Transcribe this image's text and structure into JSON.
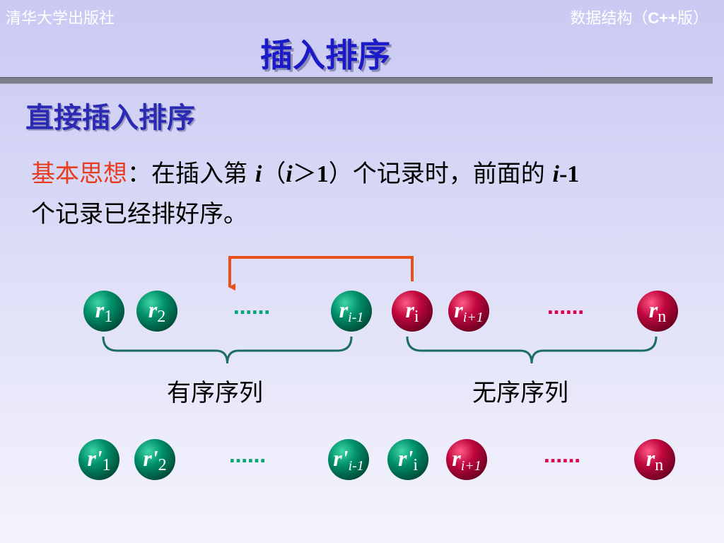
{
  "header": {
    "publisher": "清华大学出版社",
    "book_prefix": "数据结构（",
    "book_lang": "C++",
    "book_suffix": "版）"
  },
  "title": "插入排序",
  "subtitle": "直接插入排序",
  "idea": {
    "label": "基本思想",
    "colon": "：",
    "t1": "在插入第 ",
    "i1": "i",
    "t2": "（",
    "i2": "i",
    "t3": "＞",
    "n1": "1",
    "t4": "）个记录时，前面的 ",
    "i3": "i",
    "n2": "-1",
    "t5": "个记录已经排好序。"
  },
  "colors": {
    "green": "#007a5a",
    "red": "#b3063a",
    "arrow": "#e8501e",
    "brace": "#1e6b6b",
    "dots_green": "#00a676",
    "dots_red": "#e0004c"
  },
  "labels": {
    "sorted": "有序序列",
    "unsorted": "无序序列"
  },
  "row1": [
    {
      "main": "r",
      "prime": "",
      "sub": "1",
      "color": "green"
    },
    {
      "main": "r",
      "prime": "",
      "sub": "2",
      "color": "green"
    },
    {
      "dots": "……",
      "color": "green"
    },
    {
      "main": "r",
      "prime": "",
      "sub": "i-1",
      "color": "green"
    },
    {
      "main": "r",
      "prime": "",
      "sub": "i",
      "color": "red"
    },
    {
      "main": "r",
      "prime": "",
      "sub": "i+1",
      "color": "red"
    },
    {
      "dots": "……",
      "color": "red"
    },
    {
      "main": "r",
      "prime": "",
      "sub": "n",
      "color": "red"
    }
  ],
  "row2": [
    {
      "main": "r",
      "prime": "'",
      "sub": "1",
      "color": "green"
    },
    {
      "main": "r",
      "prime": "'",
      "sub": "2",
      "color": "green"
    },
    {
      "dots": "……",
      "color": "green"
    },
    {
      "main": "r",
      "prime": "'",
      "sub": "i-1",
      "color": "green"
    },
    {
      "main": "r",
      "prime": "'",
      "sub": "i",
      "color": "green"
    },
    {
      "main": "r",
      "prime": "",
      "sub": "i+1",
      "color": "red"
    },
    {
      "dots": "……",
      "color": "red"
    },
    {
      "main": "r",
      "prime": "",
      "sub": "n",
      "color": "red"
    }
  ]
}
